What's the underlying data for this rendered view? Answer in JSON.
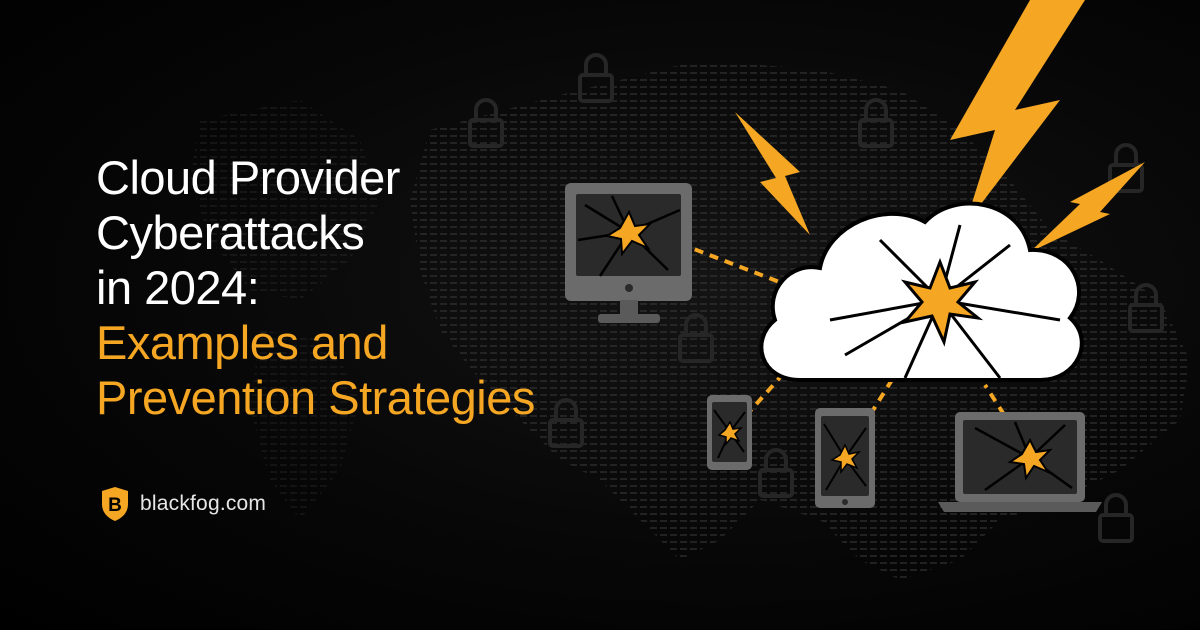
{
  "headline": {
    "line1": "Cloud Provider",
    "line2": "Cyberattacks",
    "line3": "in 2024:",
    "line4": "Examples and",
    "line5": "Prevention Strategies"
  },
  "brand": {
    "url": "blackfog.com",
    "logo_letter": "B"
  },
  "colors": {
    "background": "#000000",
    "accent": "#f5a623",
    "headline_white": "#ffffff",
    "device_gray": "#6b6b6b",
    "cloud_white": "#ffffff"
  },
  "icons": {
    "logo": "blackfog-shield-logo",
    "cloud": "cracked-cloud-icon",
    "monitor": "cracked-monitor-icon",
    "phone": "cracked-phone-icon",
    "tablet": "cracked-tablet-icon",
    "laptop": "cracked-laptop-icon",
    "lightning": "lightning-bolt-icon",
    "padlock": "padlock-icon"
  }
}
